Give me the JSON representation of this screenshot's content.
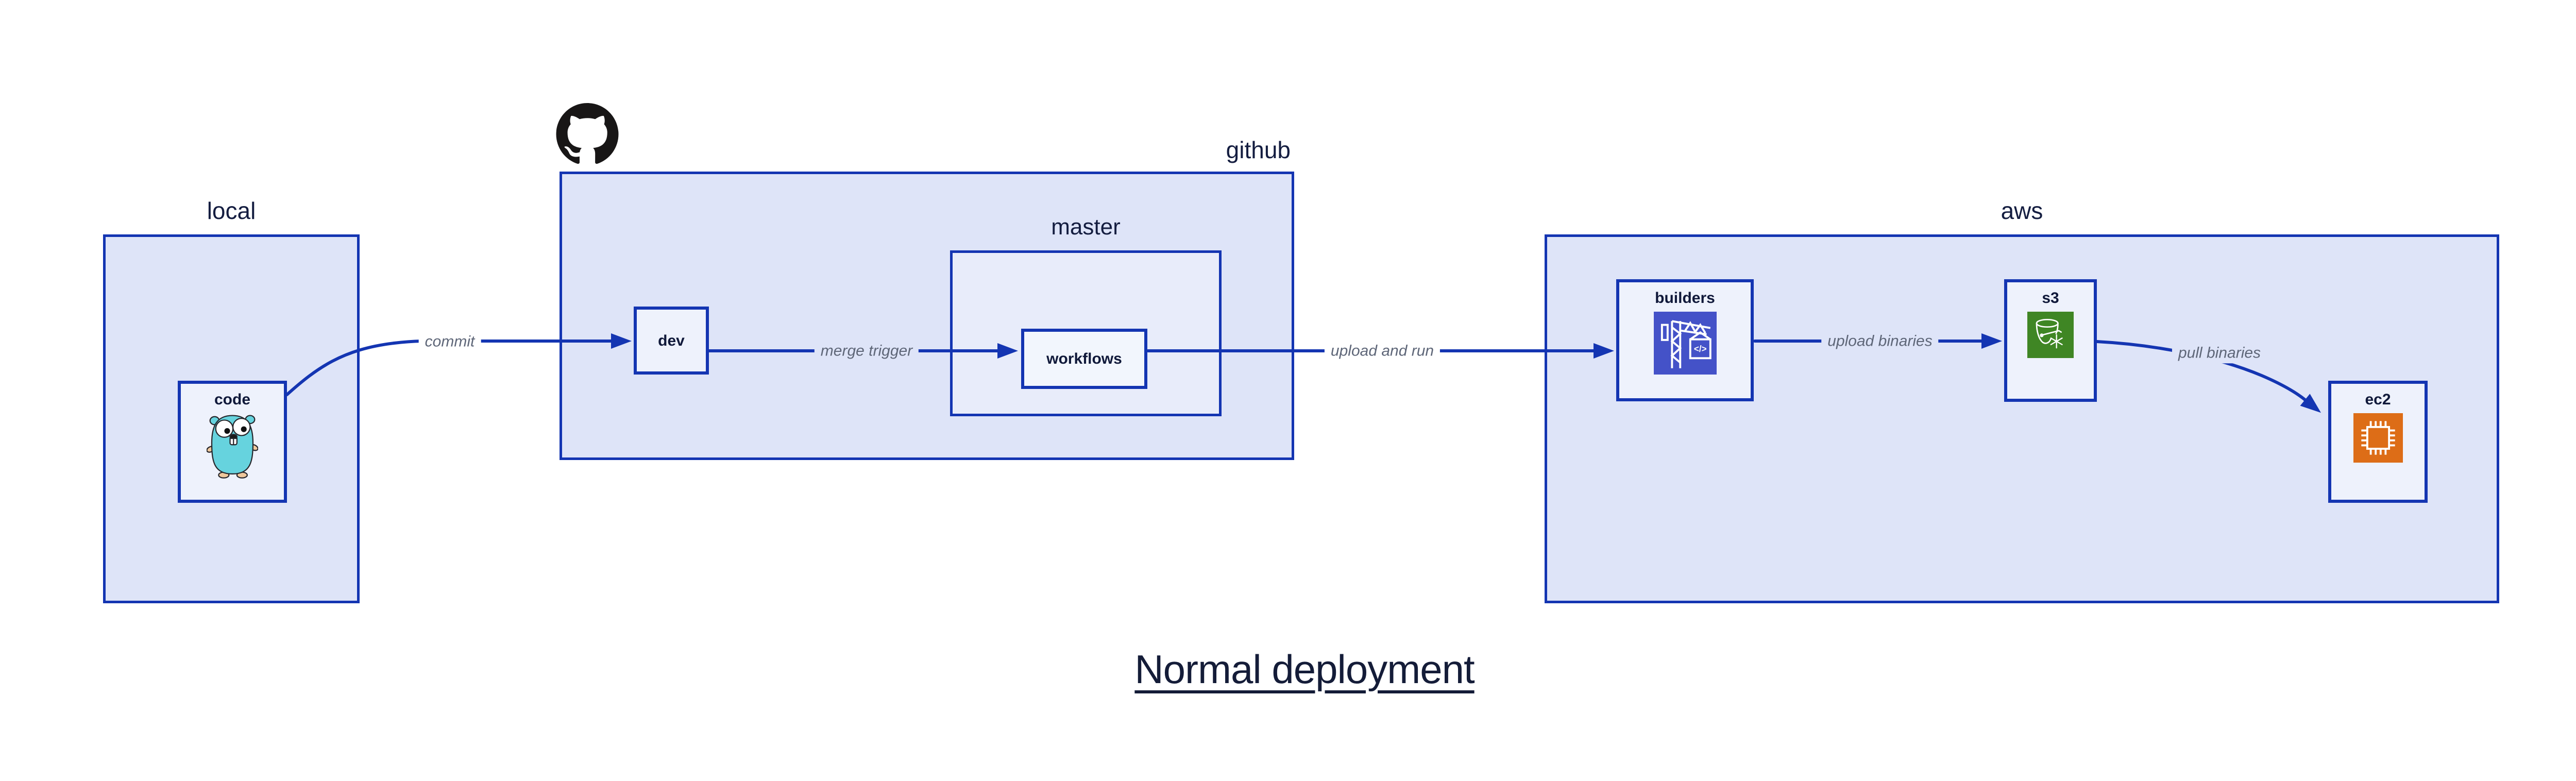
{
  "title": {
    "text": "Normal deployment"
  },
  "containers": {
    "local": {
      "label": "local"
    },
    "github": {
      "label": "github"
    },
    "master": {
      "label": "master"
    },
    "aws": {
      "label": "aws"
    }
  },
  "nodes": {
    "code": {
      "label": "code",
      "icon": "go-gopher-icon"
    },
    "dev": {
      "label": "dev"
    },
    "workflows": {
      "label": "workflows"
    },
    "builders": {
      "label": "builders",
      "icon": "aws-codebuild-icon",
      "icon_glyph": "</>"
    },
    "s3": {
      "label": "s3",
      "icon": "aws-s3-glacier-icon"
    },
    "ec2": {
      "label": "ec2",
      "icon": "aws-ec2-icon"
    }
  },
  "edges": {
    "commit": {
      "label": "commit"
    },
    "merge_trigger": {
      "label": "merge trigger"
    },
    "upload_and_run": {
      "label": "upload and run"
    },
    "upload_binaries": {
      "label": "upload binaries"
    },
    "pull_binaries": {
      "label": "pull binaries"
    }
  },
  "logo": {
    "name": "github-octocat-icon"
  },
  "colors": {
    "accent_blue": "#1435b2",
    "container_fill": "#dee4f8",
    "master_fill": "#e8ecfa",
    "node_fill": "#eef2fc",
    "text_navy": "#141d40",
    "edge_label_gray": "#5e6678",
    "codebuild_purple": "#4452c8",
    "s3_green": "#3f8624",
    "ec2_orange": "#dd6d17",
    "github_black": "#181616",
    "gopher_teal": "#66d3de"
  }
}
